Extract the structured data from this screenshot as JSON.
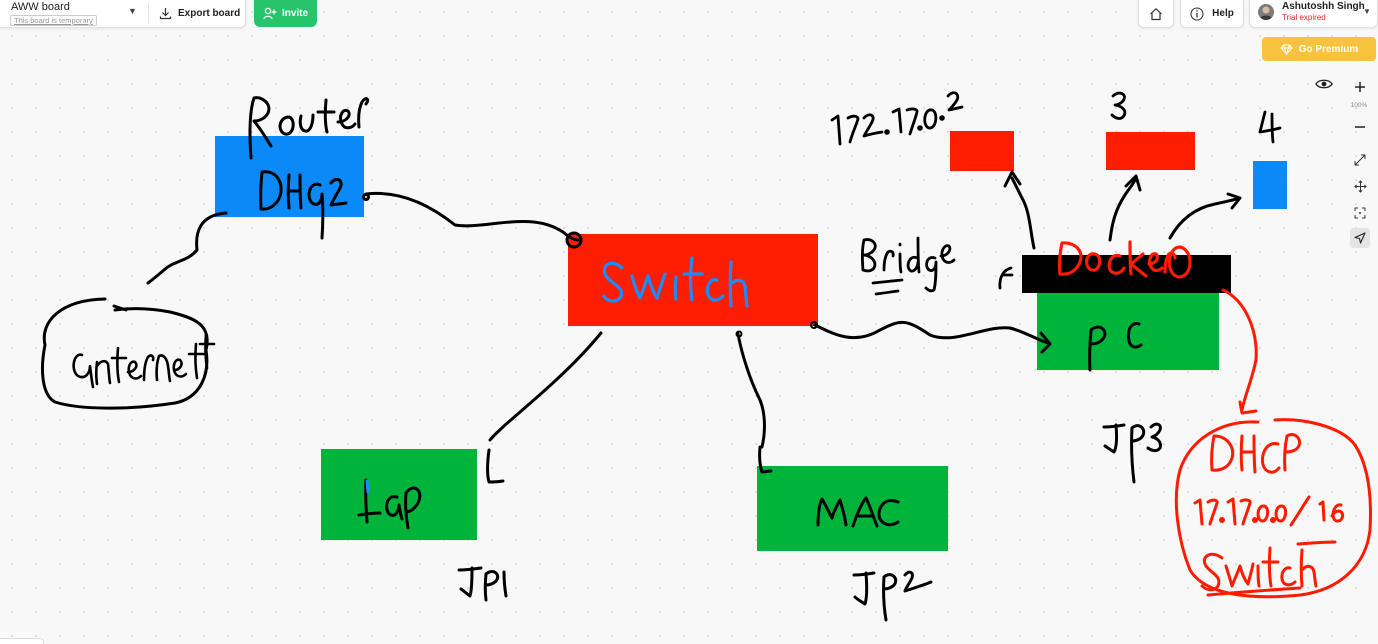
{
  "board": {
    "name": "AWW board",
    "temp_note": "This board is temporary",
    "dropdown_icon": "caret-down-icon"
  },
  "toolbar": {
    "export_label": "Export board",
    "invite_label": "Invite"
  },
  "top_right": {
    "home_icon": "home-icon",
    "help_label": "Help",
    "user_name": "Ashutoshh Singh",
    "user_status": "Trial expired"
  },
  "premium": {
    "label": "Go Premium"
  },
  "zoom": {
    "level": "100%"
  },
  "canvas": {
    "shape_colors": {
      "router": "#0a89f7",
      "switch": "#ff1d00",
      "laptop": "#00b33a",
      "mac": "#00b33a",
      "pc": "#00b33a",
      "docker_bar": "#000000",
      "container_red": "#ff1d00",
      "container_blue": "#0a89f7"
    },
    "ink_colors": {
      "black": "#000000",
      "blue": "#1a8cff",
      "red": "#ff1a00"
    }
  }
}
